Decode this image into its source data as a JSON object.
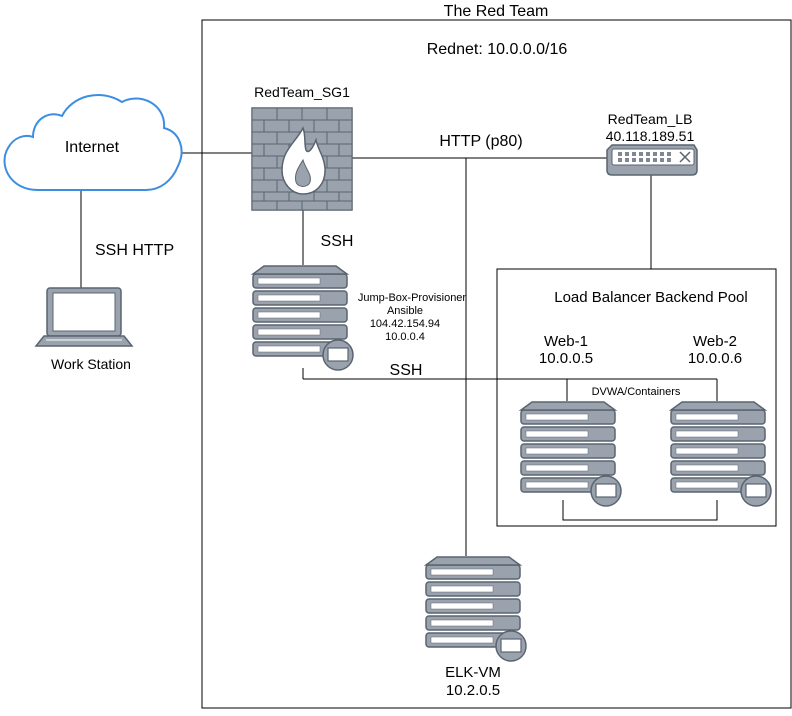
{
  "diagram": {
    "red_team_title": "The Red Team",
    "rednet_label": "Rednet: 10.0.0.0/16",
    "internet_label": "Internet",
    "ssh_http_label": "SSH HTTP",
    "workstation_label": "Work Station",
    "firewall_label": "RedTeam_SG1",
    "http_label": "HTTP (p80)",
    "lb_name": "RedTeam_LB",
    "lb_ip": "40.118.189.51",
    "ssh_fw_jump_label": "SSH",
    "ssh_jump_web_label": "SSH",
    "jump_box": {
      "name": "Jump-Box-Provisioner",
      "role": "Ansible",
      "public_ip": "104.42.154.94",
      "private_ip": "10.0.0.4"
    },
    "backend_pool_label": "Load Balancer Backend Pool",
    "web1": {
      "name": "Web-1",
      "ip": "10.0.0.5"
    },
    "web2": {
      "name": "Web-2",
      "ip": "10.0.0.6"
    },
    "containers_label": "DVWA/Containers",
    "elk": {
      "name": "ELK-VM",
      "ip": "10.2.0.5"
    }
  },
  "colors": {
    "icon_stroke": "#5a6470",
    "icon_fill": "#9aa3ad",
    "icon_light": "#ffffff",
    "line": "#000000"
  },
  "icons": [
    "cloud-icon",
    "laptop-icon",
    "firewall-icon",
    "load-balancer-icon",
    "server-icon"
  ]
}
